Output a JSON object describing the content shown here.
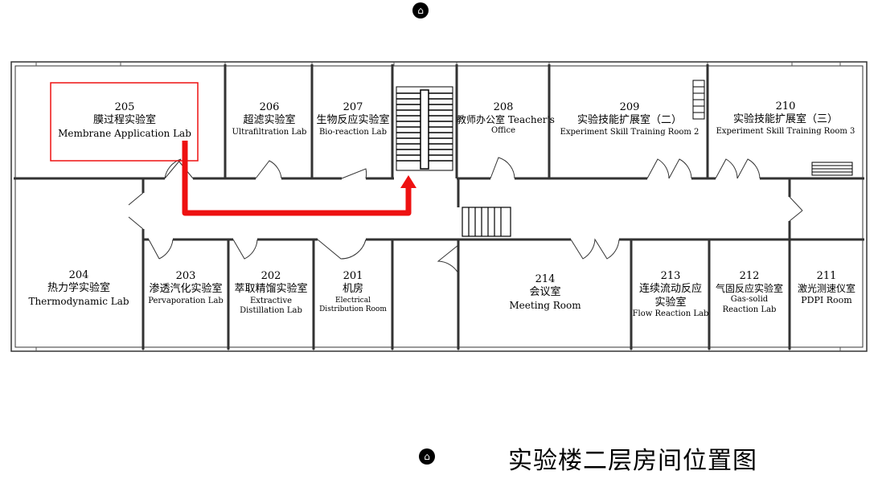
{
  "floor_title": "实验楼二层房间位置图",
  "markers": {
    "top_icon": "compass-icon",
    "bottom_icon": "compass-icon"
  },
  "highlight": {
    "color": "#ee1111",
    "target_room": "205",
    "route_to": "stairs"
  },
  "rooms": [
    {
      "num": "205",
      "zh": "膜过程实验室",
      "en": "Membrane Application Lab"
    },
    {
      "num": "206",
      "zh": "超滤实验室",
      "en": "Ultrafiltration Lab"
    },
    {
      "num": "207",
      "zh": "生物反应实验室",
      "en": "Bio-reaction Lab"
    },
    {
      "num": "208",
      "zh": "教师办公室 Teacher's",
      "en": "Office"
    },
    {
      "num": "209",
      "zh": "实验技能扩展室（二）",
      "en": "Experiment Skill Training Room 2"
    },
    {
      "num": "210",
      "zh": "实验技能扩展室（三）",
      "en": "Experiment Skill Training Room 3"
    },
    {
      "num": "204",
      "zh": "热力学实验室",
      "en": "Thermodynamic Lab"
    },
    {
      "num": "203",
      "zh": "渗透汽化实验室",
      "en": "Pervaporation Lab"
    },
    {
      "num": "202",
      "zh": "萃取精馏实验室",
      "en": "Extractive",
      "en2": "Distillation Lab"
    },
    {
      "num": "201",
      "zh": "机房",
      "en": "Electrical",
      "en2": "Distribution Room"
    },
    {
      "num": "214",
      "zh": "会议室",
      "en": "Meeting Room"
    },
    {
      "num": "213",
      "zh": "连续流动反应",
      "zh2": "实验室",
      "en": "Flow Reaction Lab"
    },
    {
      "num": "212",
      "zh": "气固反应实验室",
      "en": "Gas-solid",
      "en2": "Reaction Lab"
    },
    {
      "num": "211",
      "zh": "激光测速仪室",
      "en": "PDPI Room"
    }
  ]
}
